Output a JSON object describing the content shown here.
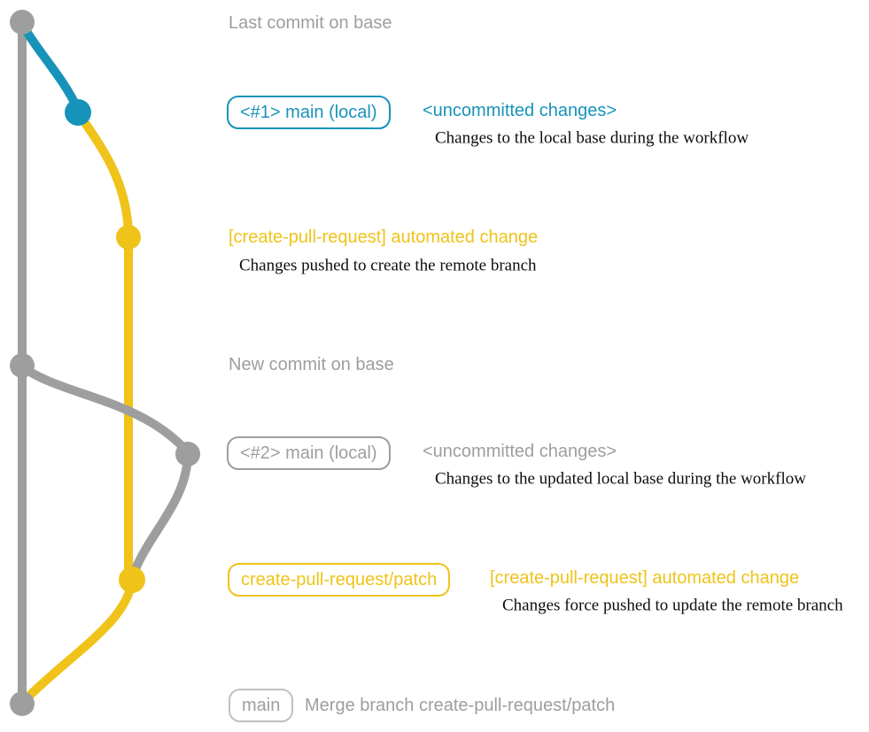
{
  "colors": {
    "gray": "#9e9e9e",
    "gray_light": "#c0c0c0",
    "teal": "#1793ba",
    "yellow": "#efc319",
    "description_text": "#0d0d0d"
  },
  "annotations": {
    "last_commit": "Last commit on base",
    "new_commit": "New commit on base"
  },
  "commits": {
    "c1": {
      "tag": "<#1> main (local)",
      "message": "<uncommitted changes>",
      "note": "Changes to the local base during the workflow"
    },
    "c2": {
      "message": "[create-pull-request] automated change",
      "note": "Changes pushed to create the remote branch"
    },
    "c3": {
      "tag": "<#2> main (local)",
      "message": "<uncommitted changes>",
      "note": "Changes to the updated local base during the workflow"
    },
    "c4": {
      "tag": "create-pull-request/patch",
      "message": "[create-pull-request] automated change",
      "note": "Changes force pushed to update the remote branch"
    },
    "c5": {
      "tag": "main",
      "message": "Merge branch create-pull-request/patch"
    }
  }
}
